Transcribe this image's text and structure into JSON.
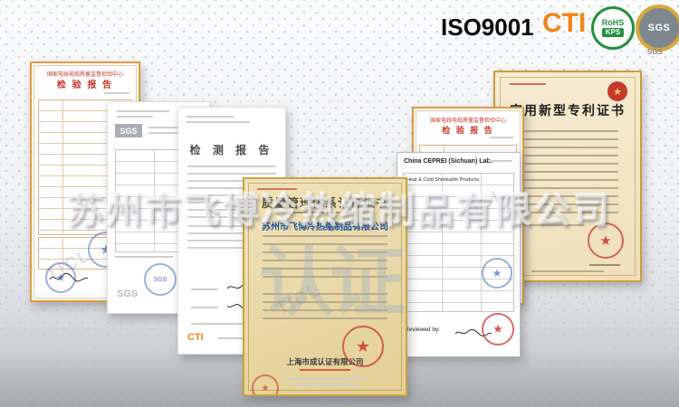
{
  "badges": {
    "iso_label": "ISO9001",
    "cti_label": "CTI",
    "rohs_line1": "RoHS",
    "rohs_line2": "KPS",
    "sgs_badge_label": "SGS",
    "sgs_caption": "SGS"
  },
  "icons": {
    "star": "★"
  },
  "watermark": {
    "company": "苏州市飞博冷热缩制品有限公司",
    "diagonal_mark": "TICL"
  },
  "certs": {
    "report_left": {
      "org": "国家电线电缆质量监督检验中心",
      "title": "检 验 报 告"
    },
    "sgs_report": {
      "logo_label": "SGS",
      "stamp_label": "SGS",
      "watermark_label": "SGS"
    },
    "cti_report": {
      "title": "检 测 报 告",
      "logo_label": "CTI"
    },
    "quality_cert": {
      "title": "质量管理体系认证证书",
      "company": "苏州市飞博冷热缩制品有限公司",
      "issuer": "上海市成认证有限公司",
      "ghost_text": "认证"
    },
    "ceprei": {
      "org": "China CEPREI (Sichuan) Lab.",
      "product": "Heat & Cold Shrinkable Products",
      "reviewed_label": "Reviewed by:"
    },
    "report_right": {
      "org": "国家电线电缆质量监督检验中心",
      "title": "检 验 报 告"
    },
    "patent": {
      "title": "实用新型专利证书"
    }
  }
}
